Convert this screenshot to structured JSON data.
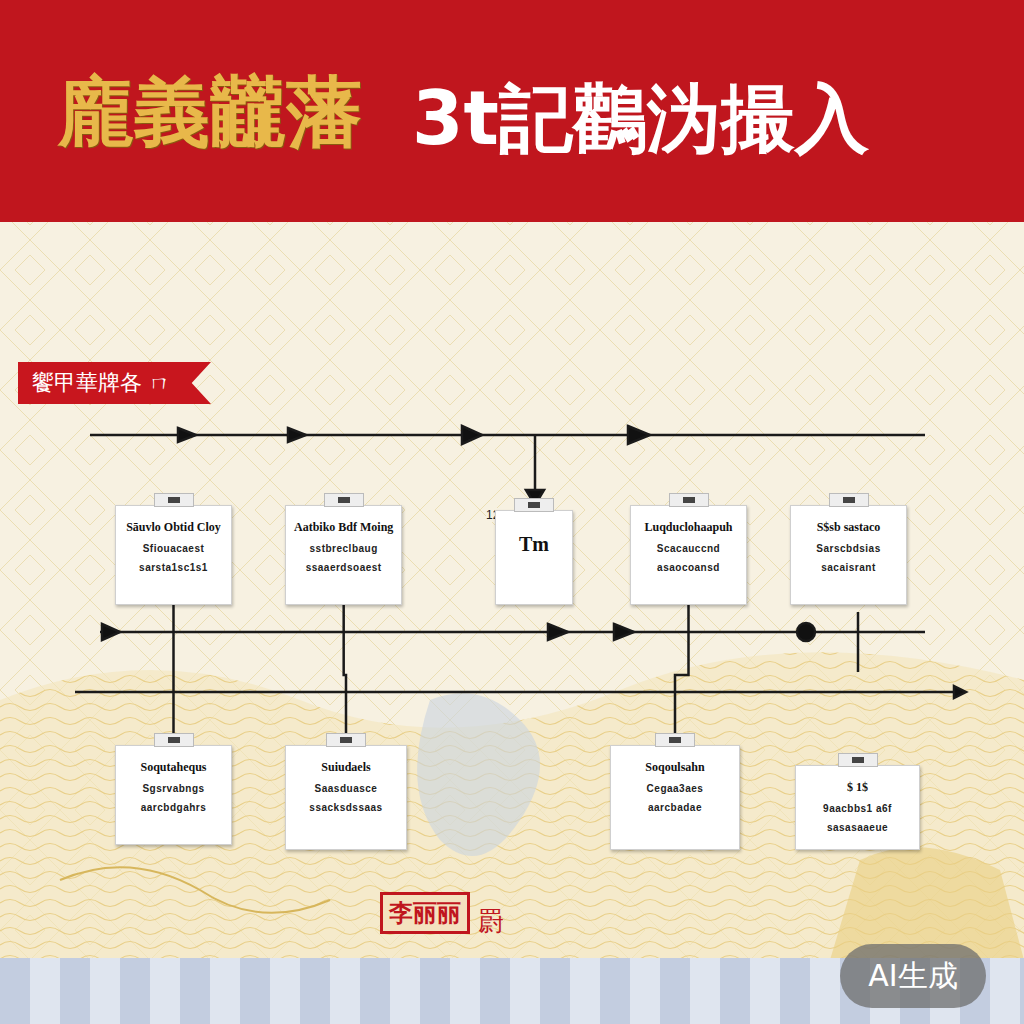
{
  "diagram": {
    "title": "3t記鸛沩撮入",
    "nodes": [
      {
        "text": [
          "Sāuvlo Obtid Cloy",
          "Sfiouacaest",
          "sarsta1sc1s1"
        ]
      },
      {
        "text": [
          "Aatbiko Bdf Moing",
          "sstbreclbaug",
          "ssaaerdsoaest"
        ]
      },
      {
        "text": [
          "Tm"
        ]
      },
      {
        "text": [
          "Luqduclohaapuh",
          "Scacauccnd",
          "asaocoansd"
        ]
      },
      {
        "text": [
          "S$sb sastaco",
          "Sarscbdsias",
          "sacaisrant"
        ]
      },
      {
        "text": [
          "Soqutahequs",
          "Sgsrvabngs",
          "aarcbdgahrs"
        ]
      },
      {
        "text": [
          "Suiudaels",
          "Saasduasce",
          "ssacksdssaas"
        ]
      },
      {
        "text": [
          "Soqoulsahn",
          "Cegaa3aes",
          "aarcbadae"
        ]
      },
      {
        "text": [
          "$ 1$",
          "9aacbbs1 a6f",
          "sasasaaeue"
        ]
      }
    ],
    "edges": [
      {
        "from": 0,
        "to": 5,
        "arrow": "none"
      },
      {
        "from": 1,
        "to": 6,
        "arrow": "none"
      },
      {
        "from": 3,
        "to": 7,
        "arrow": "none"
      }
    ],
    "labels": [
      "龐義龖藩",
      "饗甲華牌各 ㄇ",
      "12",
      "李丽丽",
      "罻",
      "AI生成"
    ]
  }
}
